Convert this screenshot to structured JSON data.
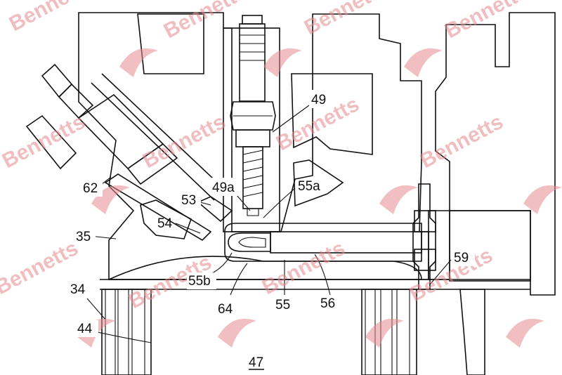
{
  "watermark": {
    "text": "Bennetts",
    "color": "#e58a8f"
  },
  "labels": {
    "l49": "49",
    "l49a": "49a",
    "l55a": "55a",
    "l53": "53",
    "l54": "54",
    "l35": "35",
    "l62": "62",
    "l55b": "55b",
    "l64": "64",
    "l55": "55",
    "l56": "56",
    "l59": "59",
    "l34": "34",
    "l44": "44",
    "l47": "47"
  },
  "colors": {
    "ink": "#111111",
    "paper": "#ffffff"
  }
}
